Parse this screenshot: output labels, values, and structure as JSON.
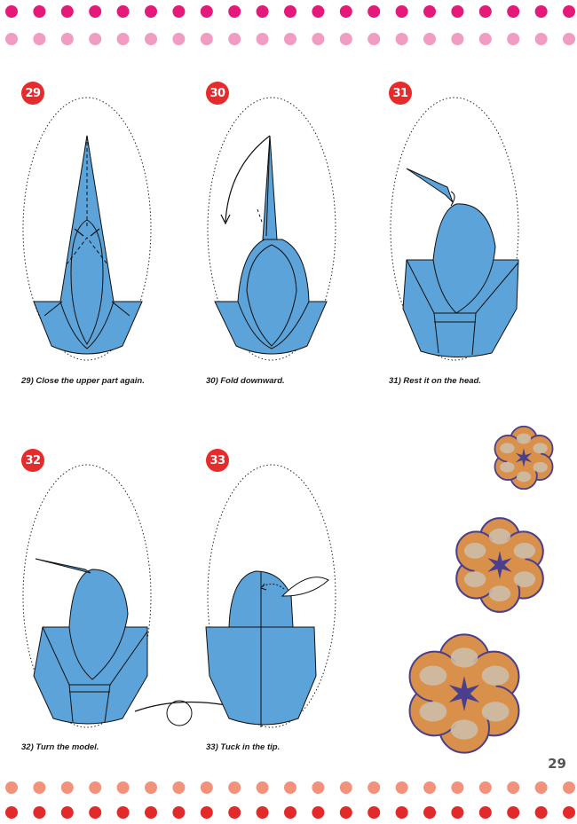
{
  "colors": {
    "paper_blue": "#5ba3d9",
    "badge_red": "#e52b2b",
    "dot_top_magenta": "#e4197a",
    "dot_top_pink": "#f19cc2",
    "dot_bottom_salmon": "#f2927b",
    "dot_bottom_red": "#e32a2a",
    "flower_orange": "#d9904a",
    "flower_purple": "#4a3f8c"
  },
  "steps": [
    {
      "number": "29",
      "caption": "29) Close the upper part again."
    },
    {
      "number": "30",
      "caption": "30) Fold downward."
    },
    {
      "number": "31",
      "caption": "31) Rest it on the head."
    },
    {
      "number": "32",
      "caption": "32) Turn the model."
    },
    {
      "number": "33",
      "caption": "33) Tuck in the tip."
    }
  ],
  "page_number": "29",
  "icons": {
    "turn_over": "turn-over-arrow-icon",
    "fold_arrow": "fold-arrow-icon",
    "decoration": "flower-decoration-icon"
  }
}
